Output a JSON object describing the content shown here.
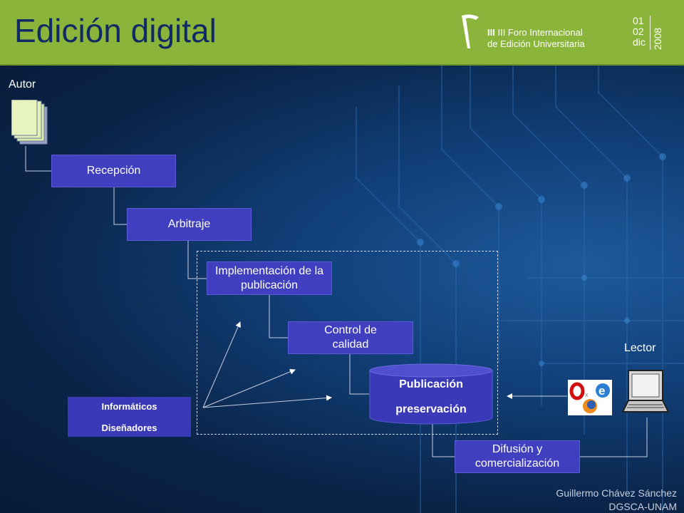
{
  "header": {
    "title": "Edición digital",
    "forum_line1": "III Foro Internacional",
    "forum_line2": "de Edición Universitaria",
    "day": "01",
    "day2": "02",
    "month": "dic",
    "year": "2008"
  },
  "diagram": {
    "autor": "Autor",
    "lector": "Lector",
    "recepcion": "Recepción",
    "arbitraje": "Arbitraje",
    "implementacion": "Implementación de la publicación",
    "control": "Control de calidad",
    "publicacion": "Publicación",
    "preservacion": "preservación",
    "difusion": "Difusión y comercialización",
    "informaticos": "Informáticos",
    "disenadores": "Diseñadores"
  },
  "footer": {
    "author": "Guillermo Chávez Sánchez",
    "org": "DGSCA-UNAM"
  },
  "colors": {
    "header_green": "#8ab43a",
    "title_blue": "#102a66",
    "box_blue": "#3f3fc0",
    "background_blue": "#0f3468"
  }
}
